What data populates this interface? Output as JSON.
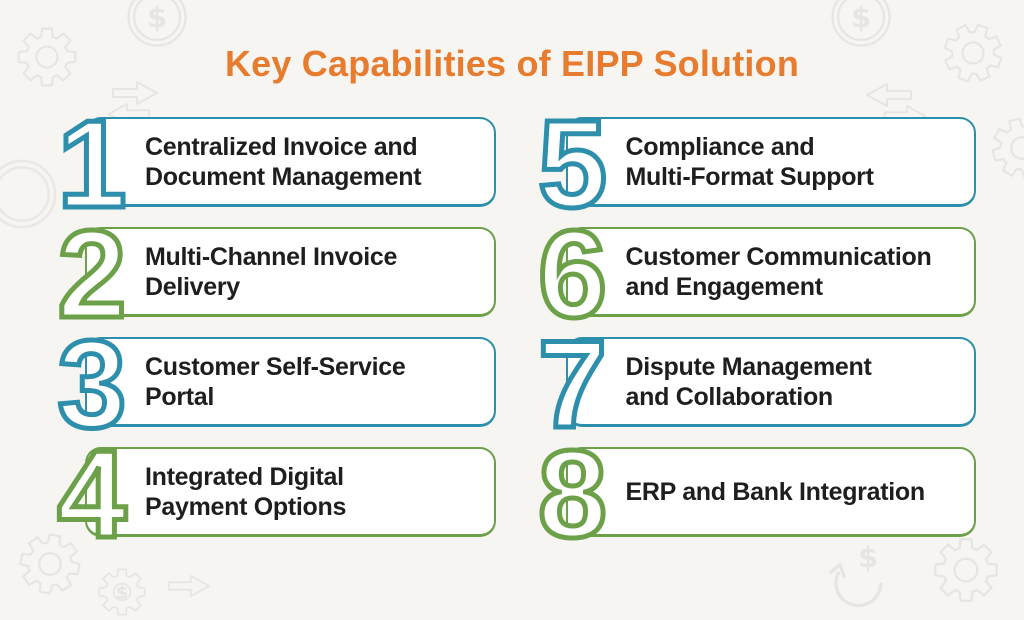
{
  "title": "Key Capabilities of EIPP Solution",
  "colors": {
    "title_orange": "#E87C2E",
    "item_blue": "#2E8FAC",
    "item_green": "#6CA149",
    "text": "#1E1E1E",
    "background": "#F6F5F2",
    "card_background": "#FFFFFF",
    "decoration_gray": "#E7E5E1"
  },
  "items": [
    {
      "number": "1",
      "label": "Centralized Invoice and\nDocument Management",
      "color": "blue"
    },
    {
      "number": "2",
      "label": "Multi-Channel Invoice\nDelivery",
      "color": "green"
    },
    {
      "number": "3",
      "label": "Customer Self-Service\nPortal",
      "color": "blue"
    },
    {
      "number": "4",
      "label": "Integrated Digital\nPayment Options",
      "color": "green"
    },
    {
      "number": "5",
      "label": "Compliance and\nMulti-Format Support",
      "color": "blue"
    },
    {
      "number": "6",
      "label": "Customer Communication\nand Engagement",
      "color": "green"
    },
    {
      "number": "7",
      "label": "Dispute Management\nand Collaboration",
      "color": "blue"
    },
    {
      "number": "8",
      "label": "ERP and Bank Integration",
      "color": "green"
    }
  ],
  "decorations": {
    "icons": [
      "gear-icon",
      "dollar-coin-icon",
      "transfer-arrow-icon",
      "gear-dollar-icon",
      "currency-cycle-icon",
      "coin-ring-icon"
    ],
    "dollar_glyph": "$"
  }
}
